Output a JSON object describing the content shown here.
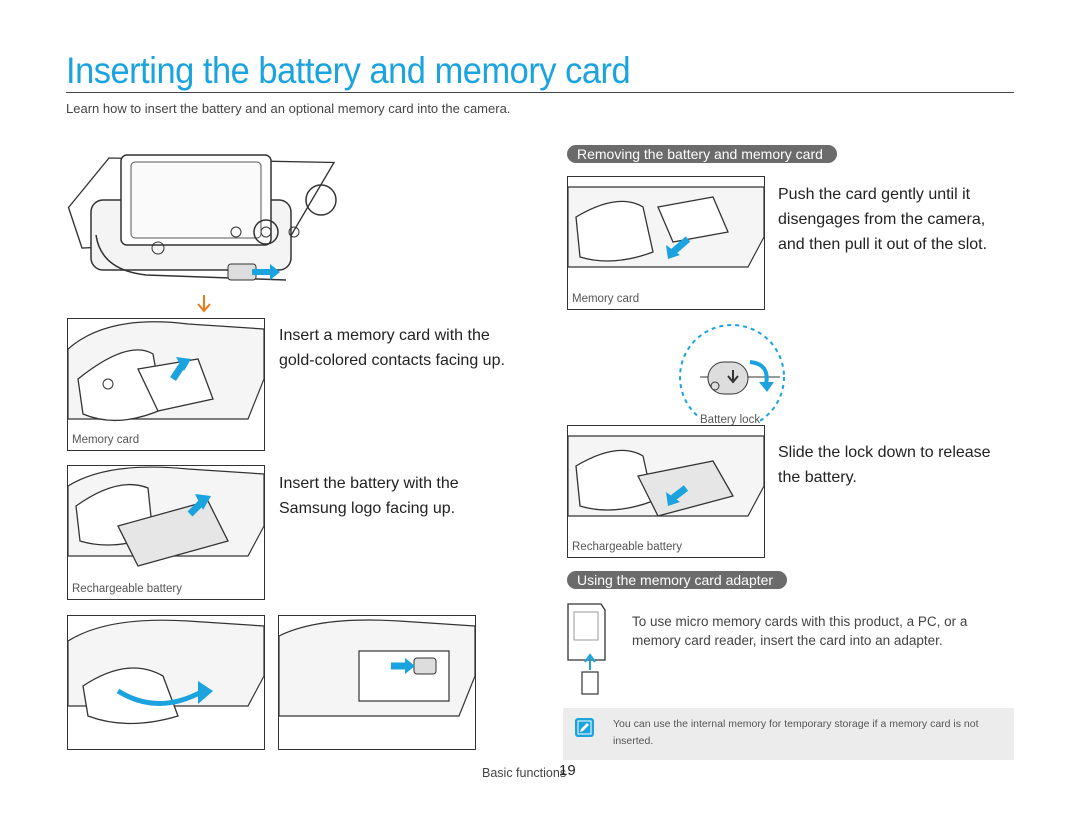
{
  "page": {
    "title": "Inserting the battery and memory card",
    "intro": "Learn how to insert the battery and an optional memory card into the camera."
  },
  "left_steps": [
    {
      "text": "Insert a memory card with the gold-colored contacts facing up.",
      "caption": "Memory card"
    },
    {
      "text": "Insert the battery with the Samsung logo facing up.",
      "caption": "Rechargeable battery"
    }
  ],
  "removing": {
    "heading": "Removing the battery and memory card",
    "card_text": "Push the card gently until it disengages from the camera, and then pull it out of the slot.",
    "card_caption": "Memory card",
    "lock_label": "Battery lock",
    "battery_text": "Slide the lock down to release the battery.",
    "battery_caption": "Rechargeable battery"
  },
  "adapter": {
    "heading": "Using the memory card adapter",
    "text": "To use micro memory cards with this product, a PC, or a memory card reader, insert the card into an adapter."
  },
  "note": {
    "text": "You can use the internal memory for temporary storage if a memory card is not inserted."
  },
  "footer": {
    "section": "Basic functions",
    "page_number": "19"
  },
  "colors": {
    "accent": "#1aa3de",
    "arrow_orange": "#f07a1a",
    "pill": "#6b6b6b"
  },
  "icons": [
    "down-arrow-icon",
    "note-pencil-icon"
  ]
}
